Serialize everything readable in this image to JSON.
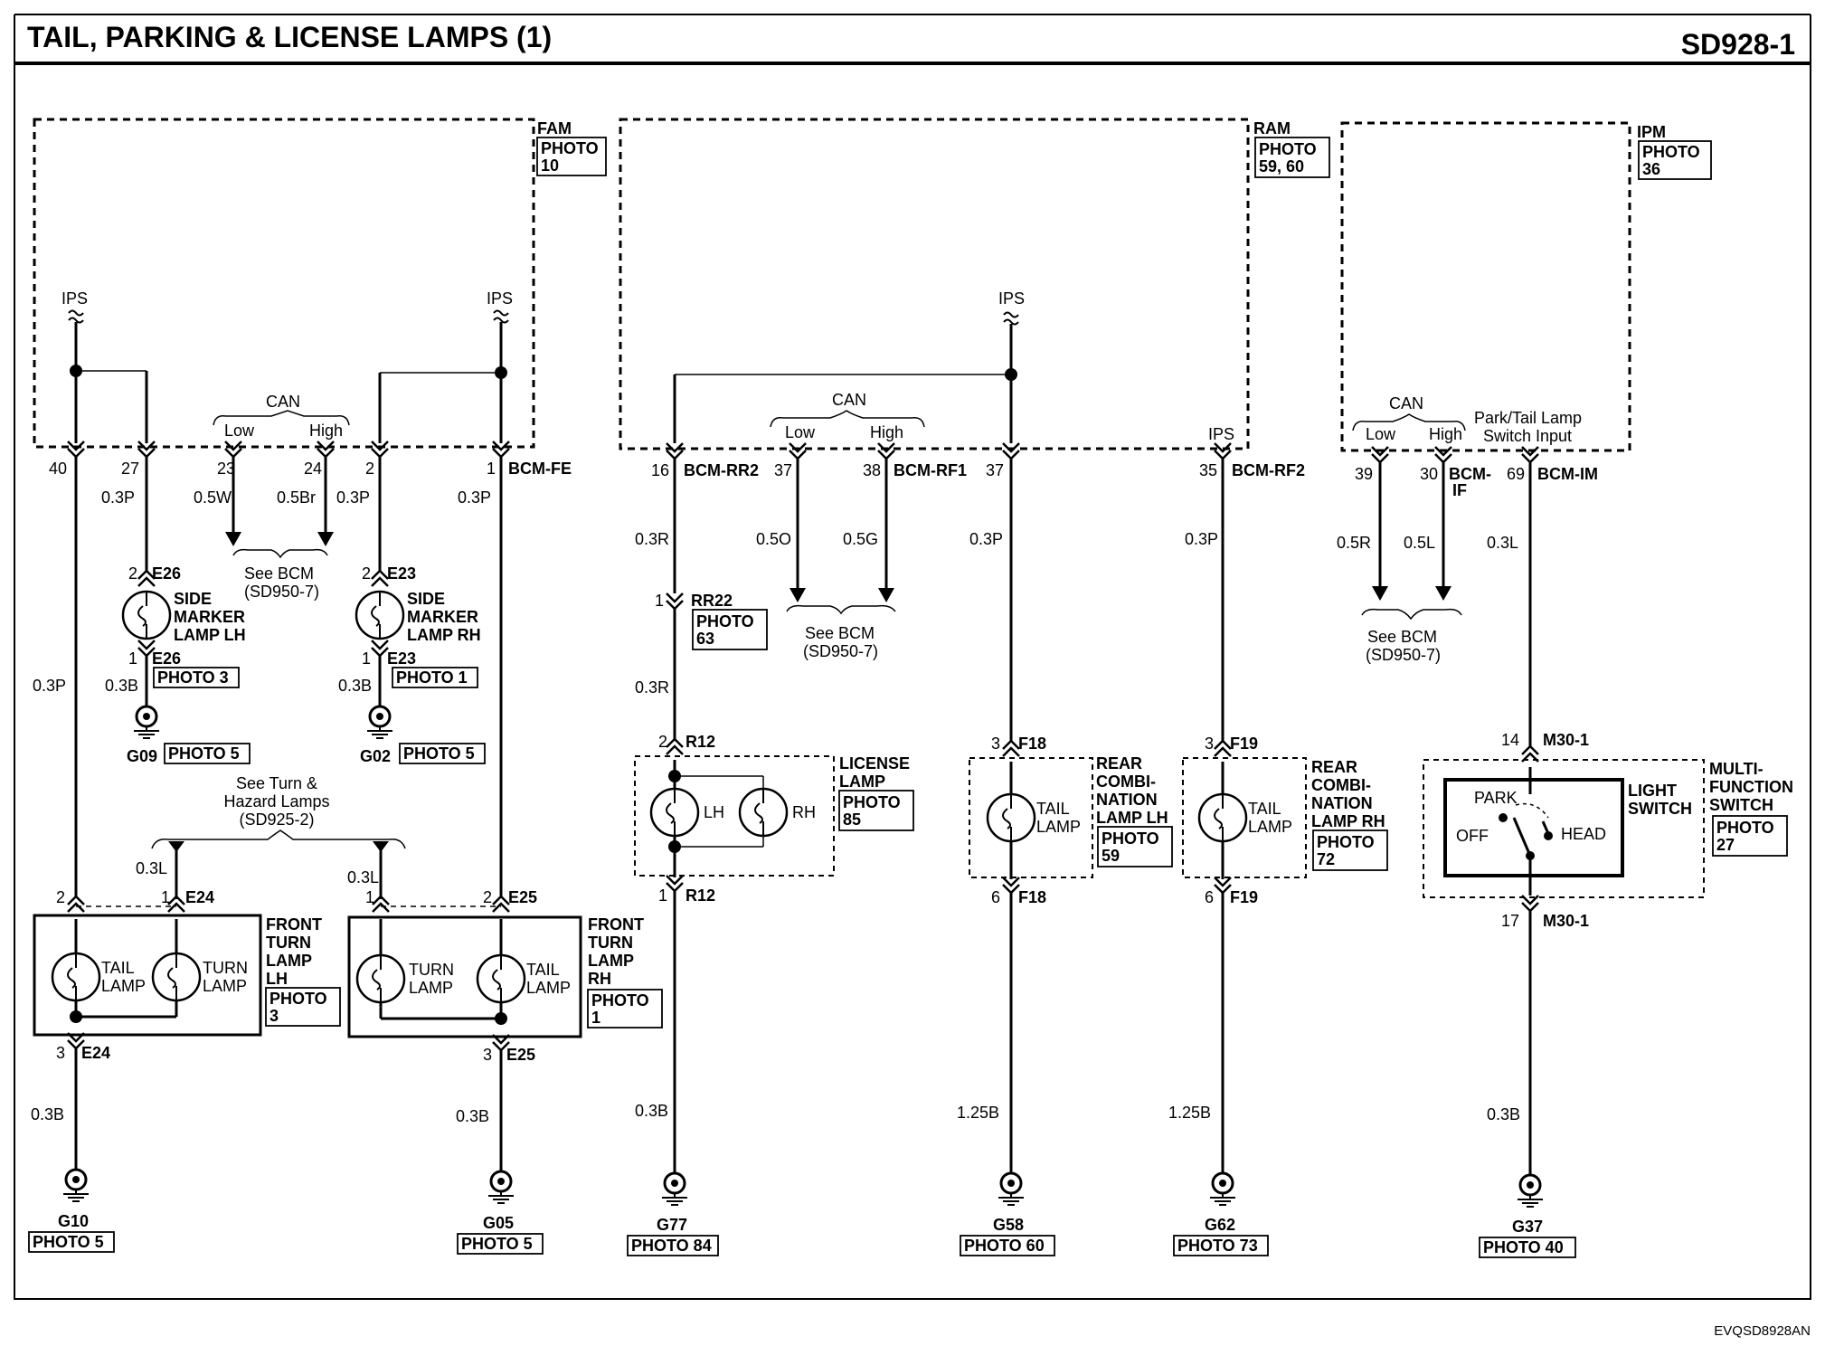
{
  "header": {
    "title": "TAIL, PARKING & LICENSE LAMPS (1)",
    "code": "SD928-1"
  },
  "footer": {
    "ref": "EVQSD8928AN"
  },
  "modules": {
    "fam": {
      "name": "FAM",
      "photo": [
        "PHOTO",
        "10"
      ]
    },
    "ram": {
      "name": "RAM",
      "photo": [
        "PHOTO",
        "59, 60"
      ]
    },
    "ipm": {
      "name": "IPM",
      "photo": [
        "PHOTO",
        "36"
      ]
    }
  },
  "common": {
    "ips": "IPS",
    "can": "CAN",
    "low": "Low",
    "high": "High",
    "see_bcm": "See BCM",
    "sd950": "(SD950-7)",
    "see_turn": [
      "See Turn &",
      "Hazard Lamps",
      "(SD925-2)"
    ]
  },
  "fam_pins": {
    "p40": "40",
    "p27": "27",
    "p23": "23",
    "p24": "24",
    "p2": "2",
    "p1": "1",
    "bcm_fe": "BCM-FE"
  },
  "fam_wires": {
    "w03p": "0.3P",
    "w05w": "0.5W",
    "w05br": "0.5Br",
    "w03b": "0.3B",
    "w03l": "0.3L"
  },
  "side_lh": {
    "pin_top": "2",
    "conn": "E26",
    "label": [
      "SIDE",
      "MARKER",
      "LAMP LH"
    ],
    "pin_bot": "1",
    "photo": "PHOTO 3",
    "ground": "G09",
    "gphoto": "PHOTO 5"
  },
  "side_rh": {
    "pin_top": "2",
    "conn": "E23",
    "label": [
      "SIDE",
      "MARKER",
      "LAMP RH"
    ],
    "pin_bot": "1",
    "photo": "PHOTO 1",
    "ground": "G02",
    "gphoto": "PHOTO 5"
  },
  "front_lh": {
    "pins": [
      "2",
      "1",
      "3"
    ],
    "conn": "E24",
    "label": [
      "FRONT",
      "TURN",
      "LAMP",
      "LH"
    ],
    "photo": [
      "PHOTO",
      "3"
    ],
    "tail": [
      "TAIL",
      "LAMP"
    ],
    "turn": [
      "TURN",
      "LAMP"
    ],
    "ground": "G10",
    "gphoto": "PHOTO 5"
  },
  "front_rh": {
    "pins": [
      "1",
      "2",
      "3"
    ],
    "conn": "E25",
    "label": [
      "FRONT",
      "TURN",
      "LAMP",
      "RH"
    ],
    "photo": [
      "PHOTO",
      "1"
    ],
    "tail": [
      "TAIL",
      "LAMP"
    ],
    "turn": [
      "TURN",
      "LAMP"
    ],
    "ground": "G05",
    "gphoto": "PHOTO 5"
  },
  "ram_pins": {
    "p16": "16",
    "bcm_rr2": "BCM-RR2",
    "p37a": "37",
    "p38": "38",
    "bcm_rf1": "BCM-RF1",
    "p37b": "37",
    "p35": "35",
    "bcm_rf2": "BCM-RF2"
  },
  "ram_wires": {
    "w03r": "0.3R",
    "w05o": "0.5O",
    "w05g": "0.5G",
    "w03p": "0.3P",
    "w03b": "0.3B",
    "w125b": "1.25B"
  },
  "rr22": {
    "pin": "1",
    "conn": "RR22",
    "photo": [
      "PHOTO",
      "63"
    ]
  },
  "license": {
    "pin_top": "2",
    "pin_bot": "1",
    "conn": "R12",
    "label": [
      "LICENSE",
      "LAMP"
    ],
    "photo": [
      "PHOTO",
      "85"
    ],
    "lh": "LH",
    "rh": "RH",
    "ground": "G77",
    "gphoto": "PHOTO 84"
  },
  "rear_lh": {
    "pin_top": "3",
    "pin_bot": "6",
    "conn": "F18",
    "label": [
      "REAR",
      "COMBI-",
      "NATION",
      "LAMP LH"
    ],
    "photo": [
      "PHOTO",
      "59"
    ],
    "lamp": [
      "TAIL",
      "LAMP"
    ],
    "ground": "G58",
    "gphoto": "PHOTO 60"
  },
  "rear_rh": {
    "pin_top": "3",
    "pin_bot": "6",
    "conn": "F19",
    "label": [
      "REAR",
      "COMBI-",
      "NATION",
      "LAMP RH"
    ],
    "photo": [
      "PHOTO",
      "72"
    ],
    "lamp": [
      "TAIL",
      "LAMP"
    ],
    "ground": "G62",
    "gphoto": "PHOTO 73"
  },
  "ipm_pins": {
    "p39": "39",
    "p30": "30",
    "bcm_if": [
      "BCM-",
      "IF"
    ],
    "p69": "69",
    "bcm_im": "BCM-IM",
    "park_tail": [
      "Park/Tail Lamp",
      "Switch Input"
    ]
  },
  "ipm_wires": {
    "w05r": "0.5R",
    "w05l": "0.5L",
    "w03l": "0.3L",
    "w03b": "0.3B"
  },
  "mfs": {
    "pin_top": "14",
    "pin_bot": "17",
    "conn": "M30-1",
    "label": [
      "MULTI-",
      "FUNCTION",
      "SWITCH"
    ],
    "photo": [
      "PHOTO",
      "27"
    ],
    "light_switch": [
      "LIGHT",
      "SWITCH"
    ],
    "park": "PARK",
    "off": "OFF",
    "head": "HEAD",
    "ground": "G37",
    "gphoto": "PHOTO 40"
  }
}
